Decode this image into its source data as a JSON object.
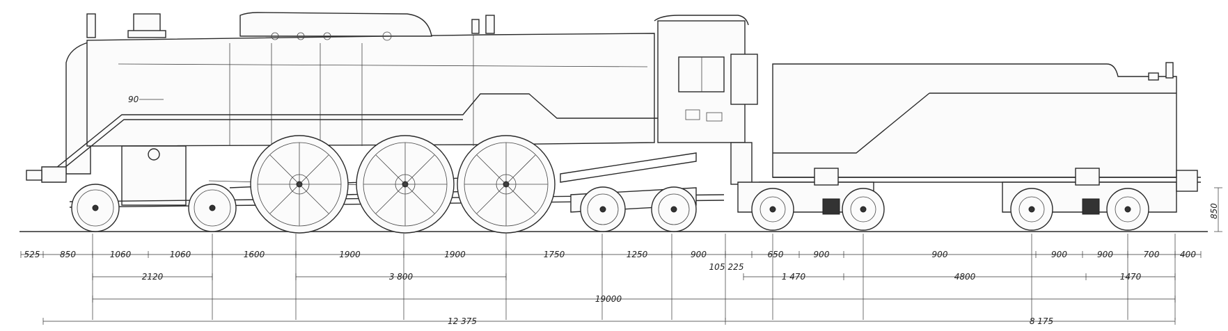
{
  "diagram": {
    "kind": "steam locomotive side elevation with tender",
    "annotations": {
      "smokebox_label": "90",
      "height_label": "850"
    },
    "dimensions_row1": [
      "525",
      "850",
      "1060",
      "1060",
      "1600",
      "1900",
      "1900",
      "1750",
      "1250",
      "900",
      "650",
      "900",
      "900",
      "900",
      "900",
      "700",
      "400"
    ],
    "dimensions_row1_extra": [
      "105",
      "225"
    ],
    "dimensions_row2": [
      "2120",
      "3 800",
      "1 470",
      "4800",
      "1470"
    ],
    "dimensions_row3": [
      "19000"
    ],
    "dimensions_row4": [
      "12 375",
      "8 175"
    ]
  }
}
